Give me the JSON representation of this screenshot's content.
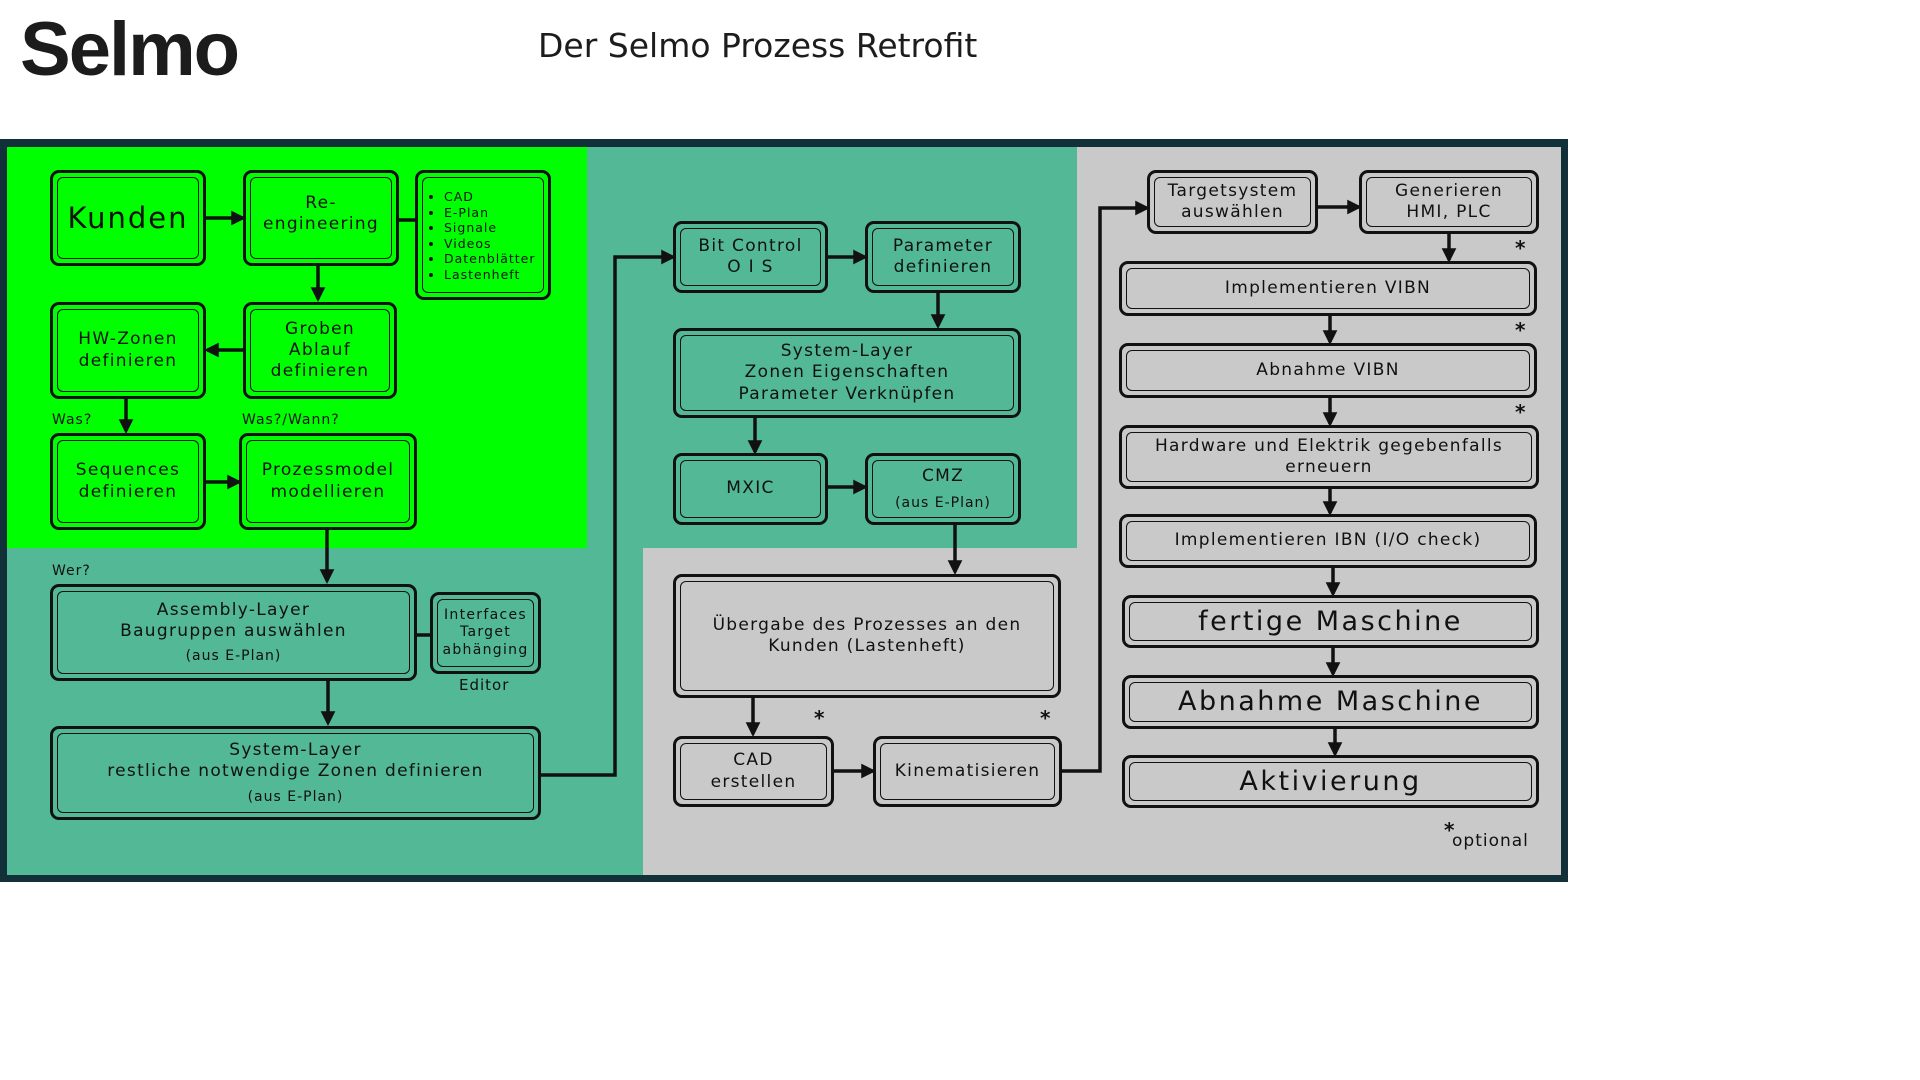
{
  "header": {
    "logo": "Selmo",
    "title": "Der Selmo Prozess Retrofit"
  },
  "colors": {
    "bright_green": "#00ff00",
    "teal": "#52b896",
    "gray": "#c9c9c9",
    "frame": "#12303a"
  },
  "nodes": {
    "kunden": "Kunden",
    "reengineering": "Re-\nengineering",
    "docs": [
      "CAD",
      "E-Plan",
      "Signale",
      "Videos",
      "Datenblätter",
      "Lastenheft"
    ],
    "hw_zonen": "HW-Zonen\ndefinieren",
    "groben_ablauf": "Groben\nAblauf\ndefinieren",
    "sequences": "Sequences\ndefinieren",
    "prozessmodel": "Prozessmodel\nmodellieren",
    "assembly_layer": "Assembly-Layer\nBaugruppen auswählen",
    "assembly_sub": "(aus E-Plan)",
    "interfaces": "Interfaces\nTarget\nabhänging",
    "system_layer_1": "System-Layer\nrestliche notwendige Zonen definieren",
    "system_layer_1_sub": "(aus E-Plan)",
    "bit_control": "Bit Control\nO   I   S",
    "parameter": "Parameter\ndefinieren",
    "system_layer_2": "System-Layer\nZonen Eigenschaften\nParameter Verknüpfen",
    "mxic": "MXIC",
    "cmz": "CMZ",
    "cmz_sub": "(aus E-Plan)",
    "uebergabe": "Übergabe des Prozesses an den\nKunden (Lastenheft)",
    "cad_erstellen": "CAD\nerstellen",
    "kinematisieren": "Kinematisieren",
    "targetsystem": "Targetsystem\nauswählen",
    "generieren": "Generieren\nHMI, PLC",
    "impl_vibn": "Implementieren VIBN",
    "abnahme_vibn": "Abnahme VIBN",
    "hardware": "Hardware und Elektrik gegebenfalls\nerneuern",
    "impl_ibn": "Implementieren IBN (I/O check)",
    "fertige_maschine": "fertige Maschine",
    "abnahme_maschine": "Abnahme Maschine",
    "aktivierung": "Aktivierung"
  },
  "notes": {
    "was": "Was?",
    "was_wann": "Was?/Wann?",
    "wer": "Wer?",
    "editor": "Editor",
    "star": "*",
    "optional": "optional"
  }
}
